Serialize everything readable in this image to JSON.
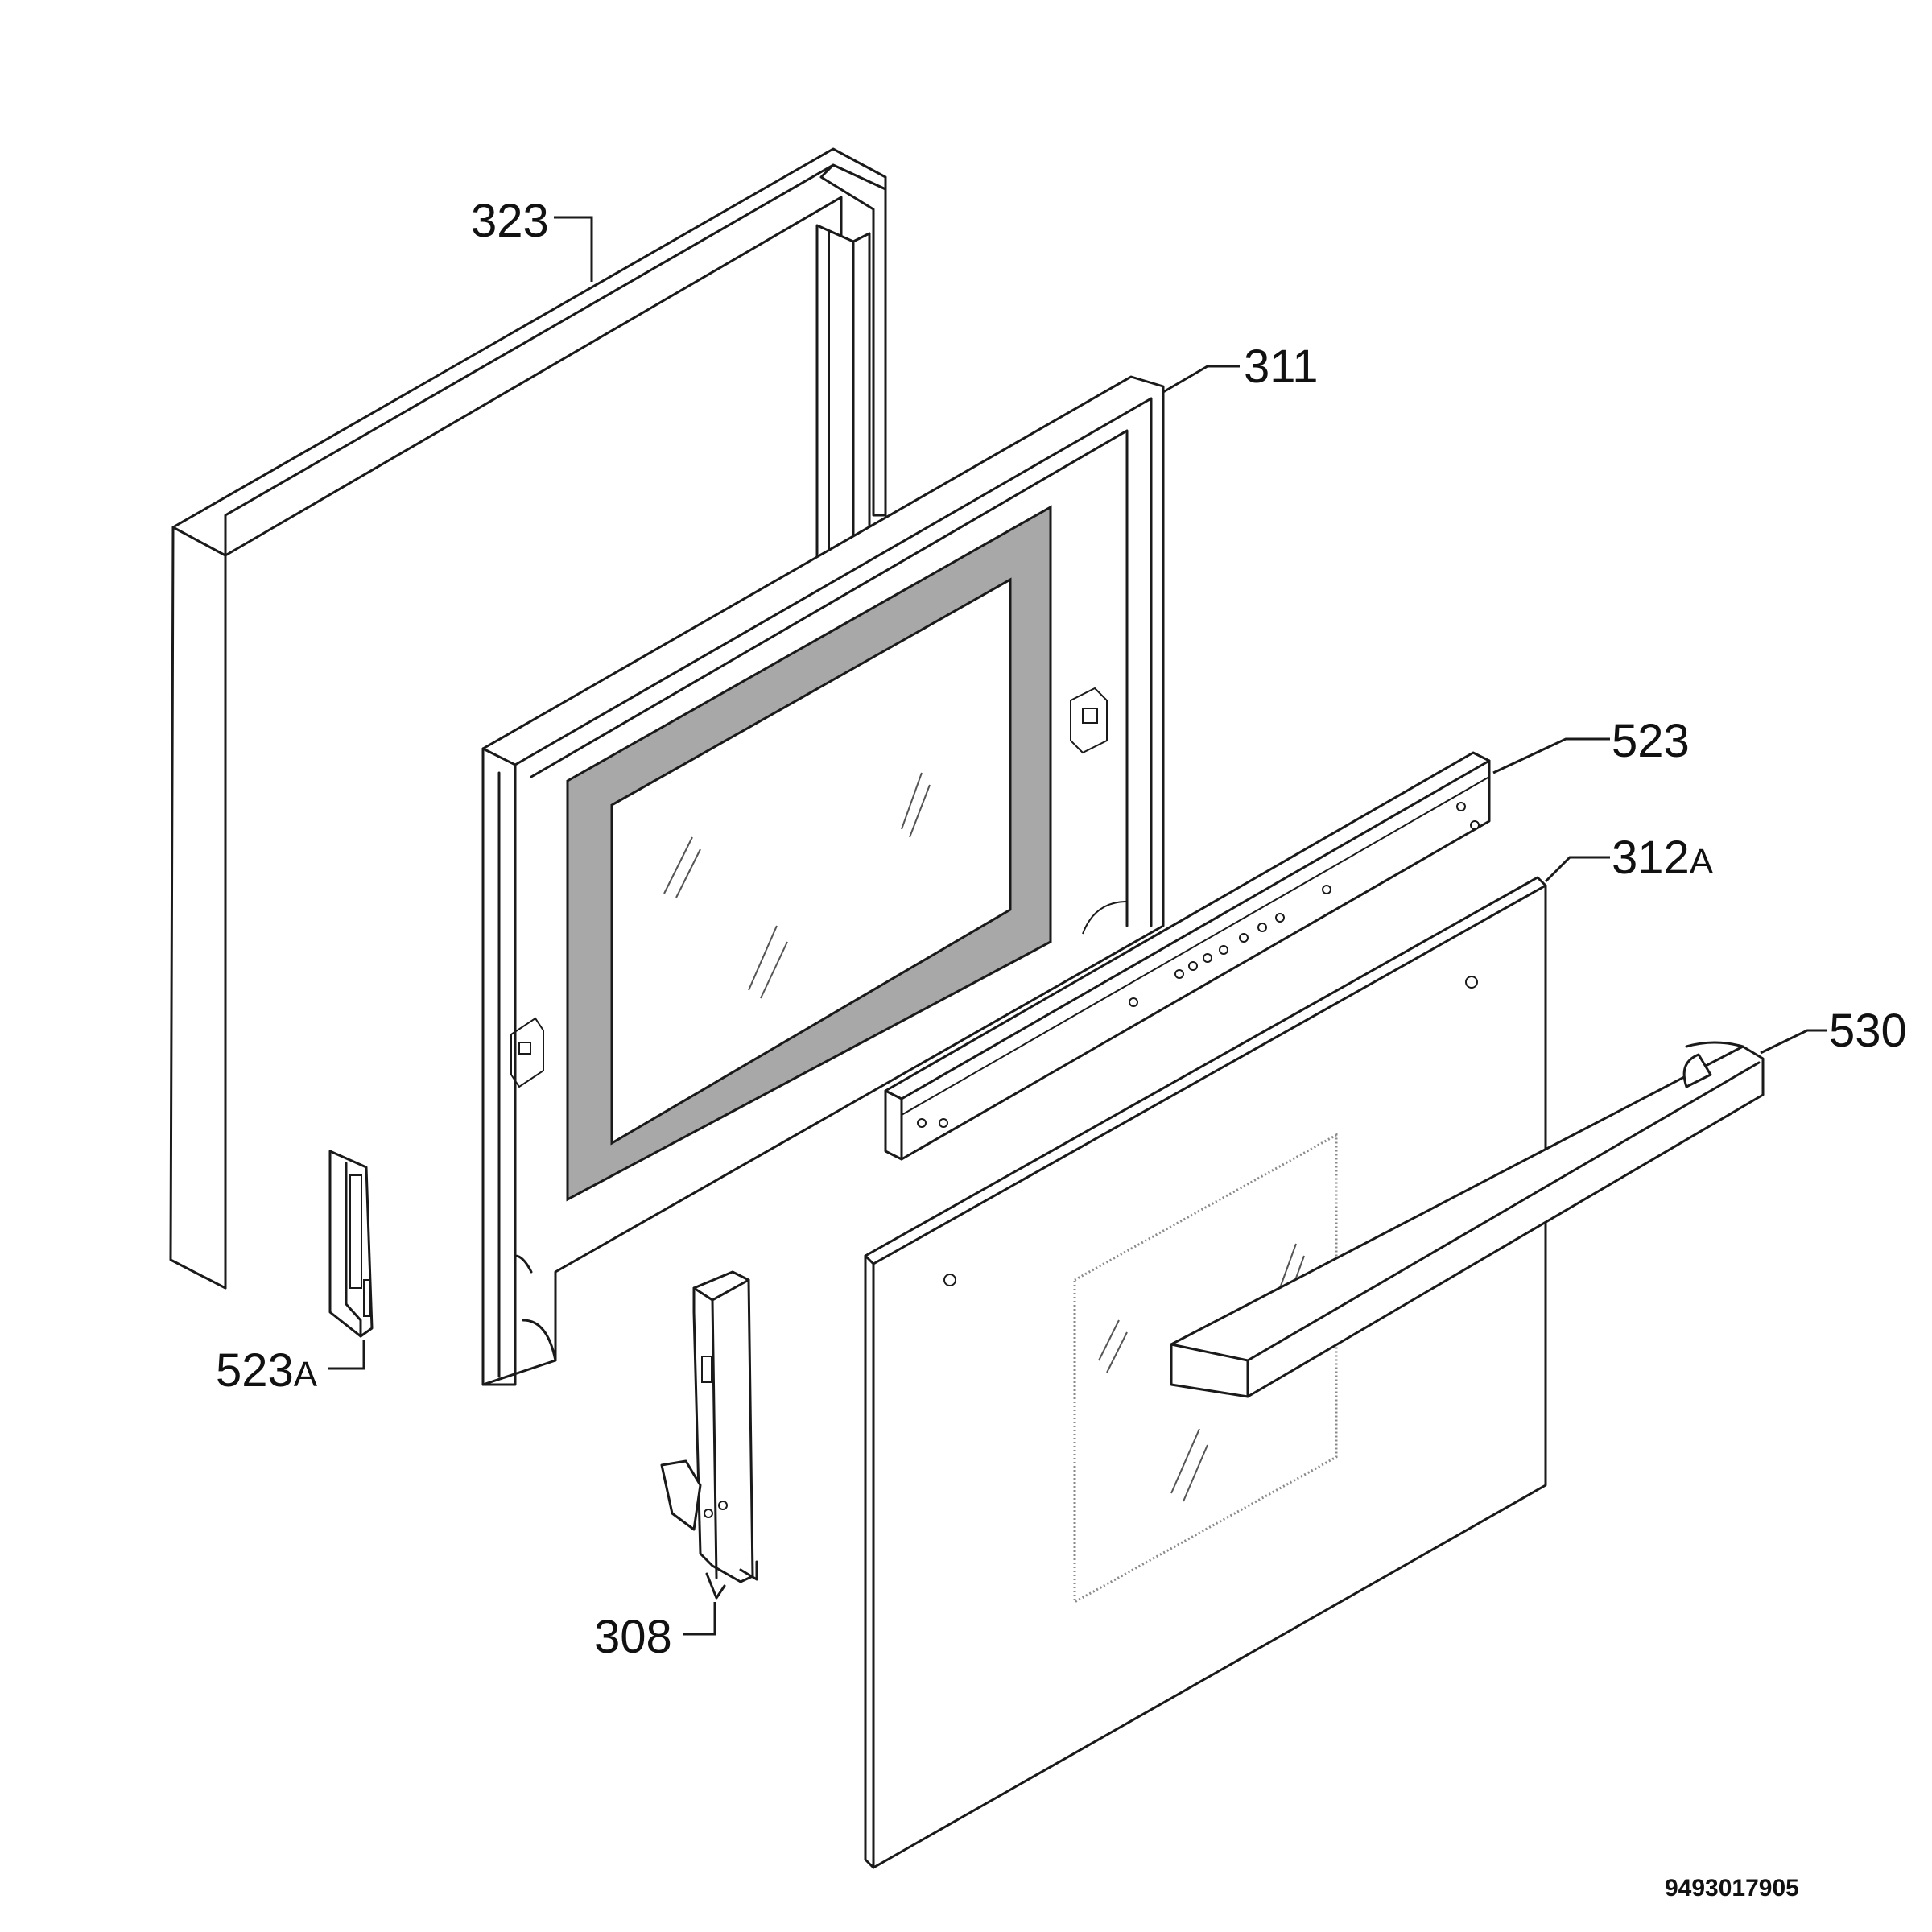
{
  "callouts": {
    "c323": "323",
    "c311": "311",
    "c523": "523",
    "c312_num": "312",
    "c312_suffix": "A",
    "c530": "530",
    "c523a_num": "523",
    "c523a_suffix": "A",
    "c308": "308"
  },
  "document_number": "9493017905",
  "colors": {
    "line": "#1a1a1a",
    "gasket": "#a8a8a8",
    "background": "#ffffff"
  }
}
